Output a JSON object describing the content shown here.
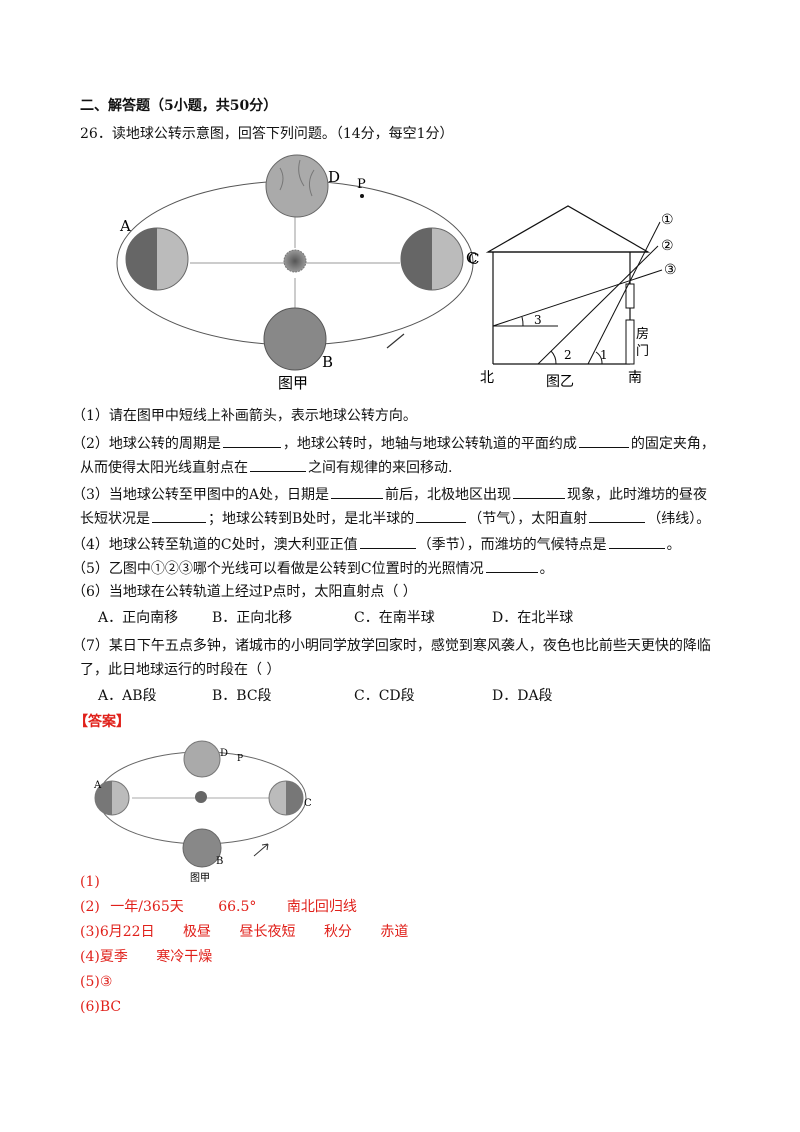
{
  "section_title": "二、解答题（5小题，共50分）",
  "question": {
    "stem": "26．读地球公转示意图，回答下列问题。（14分，每空1分）",
    "fig1_caption": "图甲",
    "fig2_caption": "图乙",
    "fig1_labels": {
      "A": "A",
      "B": "B",
      "C": "C",
      "D": "D",
      "P": "P"
    },
    "fig2_labels": {
      "c": "C",
      "north": "北",
      "south": "南",
      "door": "房门",
      "door1": "房",
      "door2": "门",
      "r1": "①",
      "r2": "②",
      "r3": "③",
      "a1": "1",
      "a2": "2",
      "a3": "3"
    },
    "q1": "（1）请在图甲中短线上补画箭头，表示地球公转方向。",
    "q2a": "（2）地球公转的周期是",
    "q2b": "，地球公转时，地轴与地球公转轨道的平面约成",
    "q2c": "的固定夹角，",
    "q2d": "从而使得太阳光线直射点在",
    "q2e": "之间有规律的来回移动.",
    "q3a": "（3）当地球公转至甲图中的A处，日期是",
    "q3b": "前后，北极地区出现",
    "q3c": "现象，此时潍坊的昼夜",
    "q3d": "长短状况是",
    "q3e": "；地球公转到B处时，是北半球的",
    "q3f": "（节气），太阳直射",
    "q3g": "（纬线）。",
    "q4a": "（4）地球公转至轨道的C处时，澳大利亚正值",
    "q4b": "（季节），而潍坊的气候特点是",
    "q4c": "。",
    "q5a": "（5）乙图中①②③哪个光线可以看做是公转到C位置时的光照情况",
    "q5b": "。",
    "q6": "（6）当地球在公转轨道上经过P点时，太阳直射点（    ）",
    "q6_options": [
      "A．正向南移",
      "B．正向北移",
      "C．在南半球",
      "D．在北半球"
    ],
    "q7a": "（7）某日下午五点多钟，诸城市的小明同学放学回家时，感觉到寒风袭人，夜色也比前些天更快的降临",
    "q7b": "了，此日地球运行的时段在（    ）",
    "q7_options": [
      "A．AB段",
      "B．BC段",
      "C．CD段",
      "D．DA段"
    ]
  },
  "answer": {
    "header": "【答案】",
    "fig_caption": "图甲",
    "lines": [
      {
        "label": "(1)",
        "items": []
      },
      {
        "label": "(2)",
        "items": [
          "一年/365天",
          "66.5°",
          "南北回归线"
        ]
      },
      {
        "label": "(3)",
        "items": [
          "6月22日",
          "极昼",
          "昼长夜短",
          "秋分",
          "赤道"
        ]
      },
      {
        "label": "(4)",
        "items": [
          "夏季",
          "寒冷干燥"
        ]
      },
      {
        "label": "(5)",
        "items": [
          "③"
        ]
      },
      {
        "label": "(6)",
        "items": [
          "BC"
        ]
      }
    ]
  },
  "colors": {
    "answer": "#e0201a",
    "text": "#111111"
  }
}
